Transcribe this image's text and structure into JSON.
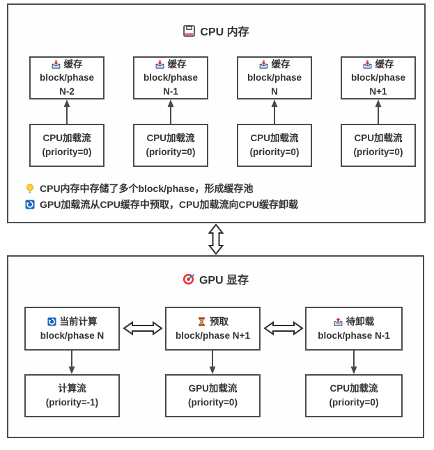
{
  "cpu_section": {
    "title": "CPU 内存",
    "title_icon": "floppy-disk",
    "cache_blocks": [
      {
        "icon": "inbox-tray",
        "label": "缓存",
        "line2": "block/phase",
        "line3": "N-2"
      },
      {
        "icon": "inbox-tray",
        "label": "缓存",
        "line2": "block/phase",
        "line3": "N-1"
      },
      {
        "icon": "inbox-tray",
        "label": "缓存",
        "line2": "block/phase",
        "line3": "N"
      },
      {
        "icon": "inbox-tray",
        "label": "缓存",
        "line2": "block/phase",
        "line3": "N+1"
      }
    ],
    "load_streams": [
      {
        "line1": "CPU加载流",
        "line2": "(priority=0)"
      },
      {
        "line1": "CPU加载流",
        "line2": "(priority=0)"
      },
      {
        "line1": "CPU加载流",
        "line2": "(priority=0)"
      },
      {
        "line1": "CPU加载流",
        "line2": "(priority=0)"
      }
    ],
    "notes": [
      {
        "icon": "light-bulb",
        "text": "CPU内存中存储了多个block/phase，形成缓存池"
      },
      {
        "icon": "sync-arrows",
        "text": "GPU加载流从CPU缓存中预取，CPU加载流向CPU缓存卸载"
      }
    ]
  },
  "gpu_section": {
    "title": "GPU 显存",
    "title_icon": "target-dart",
    "blocks": [
      {
        "icon": "sync-arrows",
        "label": "当前计算",
        "line2": "block/phase N"
      },
      {
        "icon": "hourglass",
        "label": "预取",
        "line2": "block/phase N+1"
      },
      {
        "icon": "outbox-tray",
        "label": "待卸载",
        "line2": "block/phase N-1"
      }
    ],
    "streams": [
      {
        "line1": "计算流",
        "line2": "(priority=-1)"
      },
      {
        "line1": "GPU加载流",
        "line2": "(priority=0)"
      },
      {
        "line1": "CPU加载流",
        "line2": "(priority=0)"
      }
    ]
  },
  "colors": {
    "border": "#4d4d4d",
    "text": "#333333",
    "background": "#ffffff",
    "arrow_red": "#c63d2f",
    "tray_blue_fill": "#cde0f2",
    "tray_blue_stroke": "#33527a",
    "sync_blue": "#1567c2",
    "hourglass_sand": "#f2a33c",
    "hourglass_frame": "#8d3a2c",
    "floppy_label_pink": "#e8507a",
    "target_red": "#e63a2e",
    "dart_blue": "#2e6fd8",
    "bulb_yellow": "#ffd428"
  }
}
